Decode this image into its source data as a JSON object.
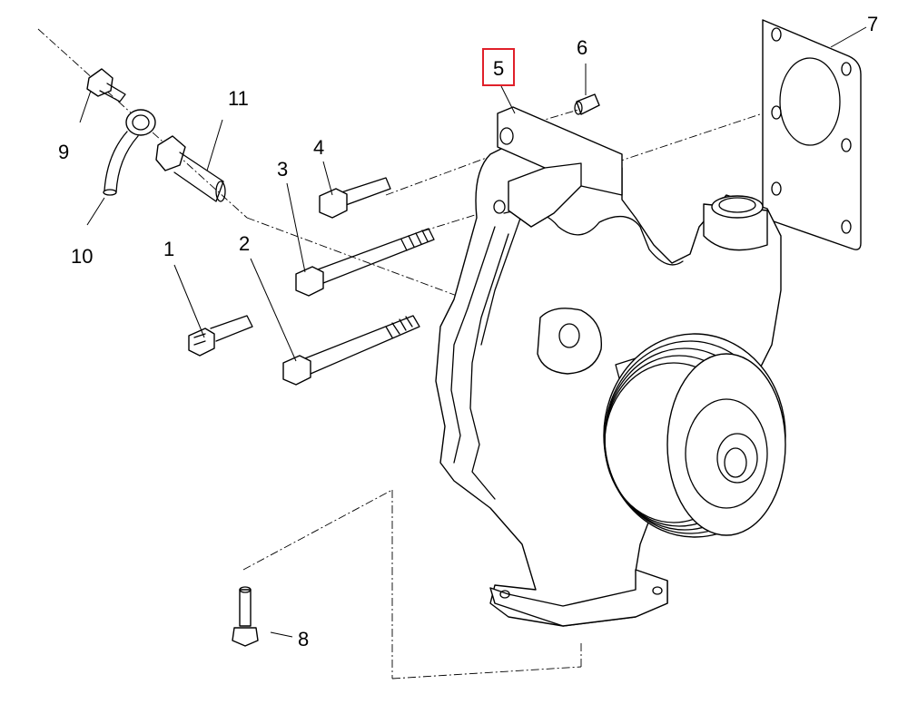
{
  "diagram": {
    "callouts": [
      {
        "id": "1",
        "label": "1"
      },
      {
        "id": "2",
        "label": "2"
      },
      {
        "id": "3",
        "label": "3"
      },
      {
        "id": "4",
        "label": "4"
      },
      {
        "id": "5",
        "label": "5",
        "selected": true
      },
      {
        "id": "6",
        "label": "6"
      },
      {
        "id": "7",
        "label": "7"
      },
      {
        "id": "8",
        "label": "8"
      },
      {
        "id": "9",
        "label": "9"
      },
      {
        "id": "10",
        "label": "10"
      },
      {
        "id": "11",
        "label": "11"
      }
    ],
    "highlight_color": "#e0202a"
  }
}
